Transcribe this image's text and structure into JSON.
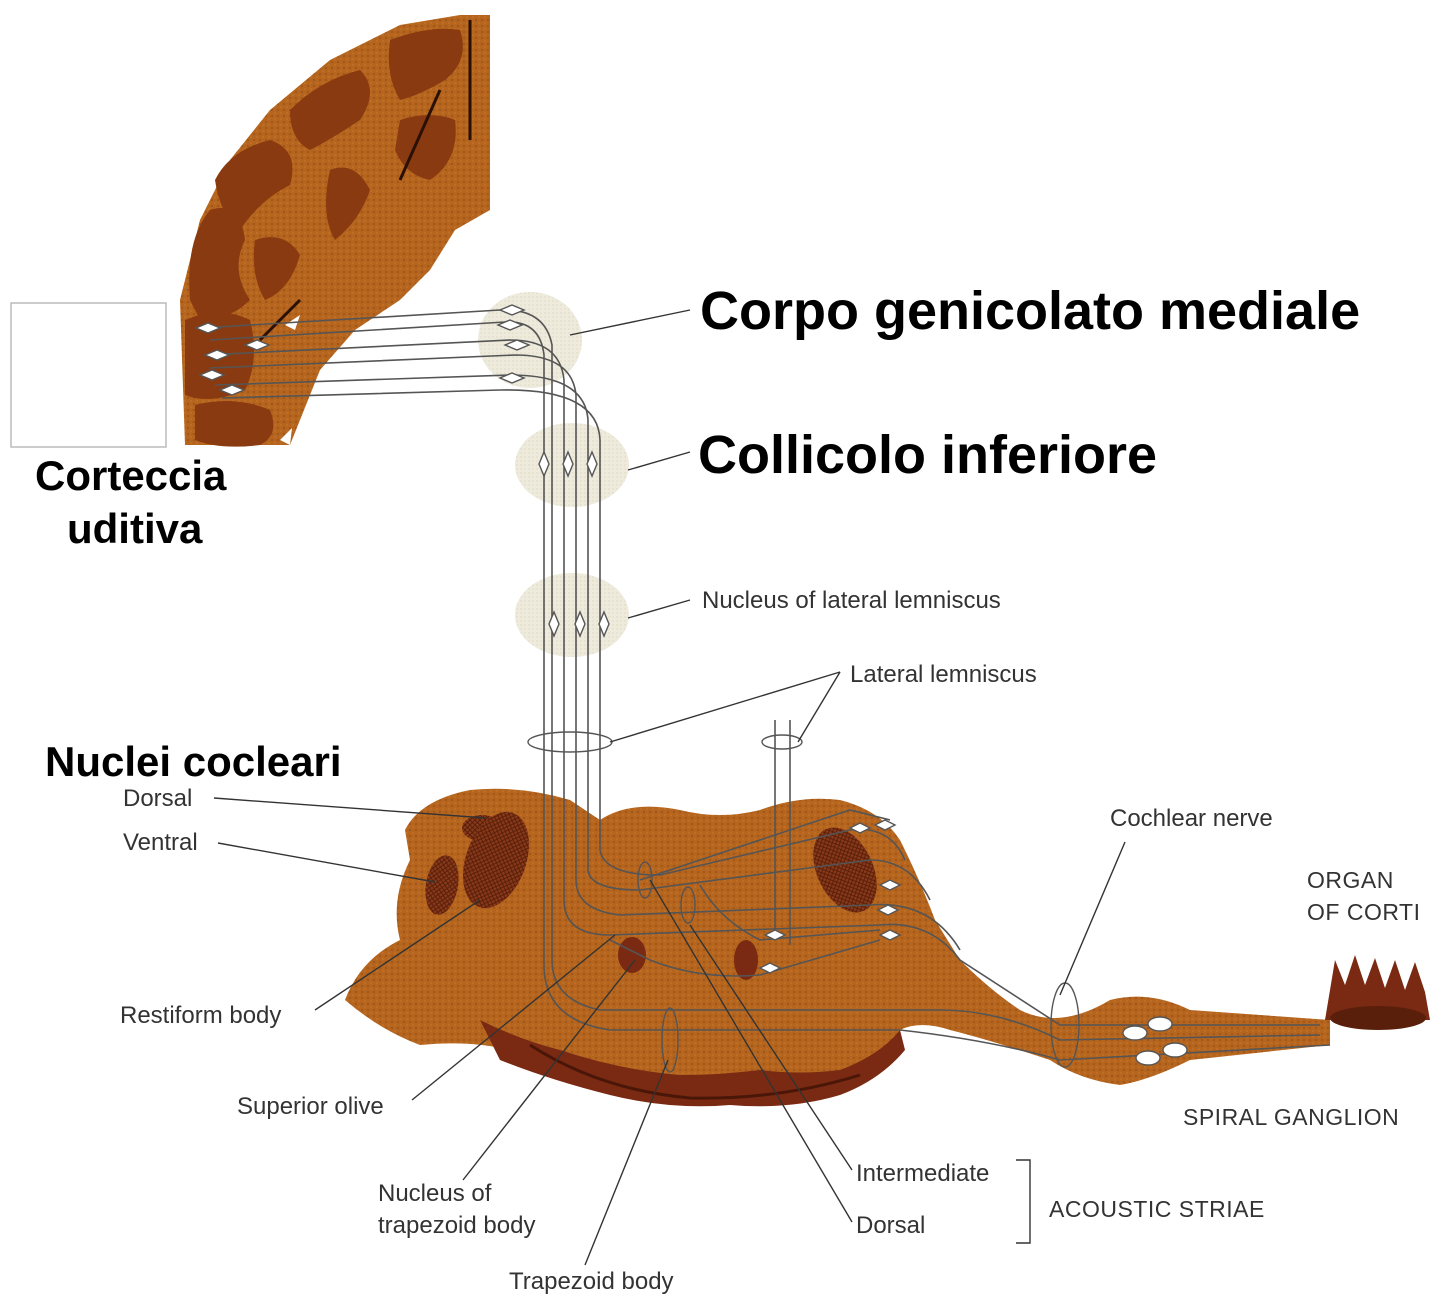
{
  "labels": {
    "corpo_genicolato": "Corpo genicolato mediale",
    "collicolo": "Collicolo inferiore",
    "corteccia_1": "Corteccia",
    "corteccia_2": "uditiva",
    "nuclei_cocleari": "Nuclei cocleari",
    "nucleus_lateral_lemniscus": "Nucleus of lateral lemniscus",
    "lateral_lemniscus": "Lateral lemniscus",
    "dorsal_nucleus": "Dorsal",
    "ventral_nucleus": "Ventral",
    "cochlear_nerve": "Cochlear nerve",
    "organ_1": "ORGAN",
    "organ_2": "OF CORTI",
    "restiform": "Restiform body",
    "superior_olive": "Superior olive",
    "spiral_ganglion": "SPIRAL GANGLION",
    "intermediate": "Intermediate",
    "striae_dorsal": "Dorsal",
    "acoustic_striae": "ACOUSTIC STRIAE",
    "nucleus_trap_1": "Nucleus of",
    "nucleus_trap_2": "trapezoid body",
    "trapezoid_body": "Trapezoid body"
  },
  "colors": {
    "brain_tissue": "#b5651d",
    "gyrus_dark": "#8a3a10",
    "brainstem_dark": "#7a2a12",
    "nucleus_halo": "#eeeadc",
    "pathway_line": "#555555",
    "label_line": "#333333"
  }
}
